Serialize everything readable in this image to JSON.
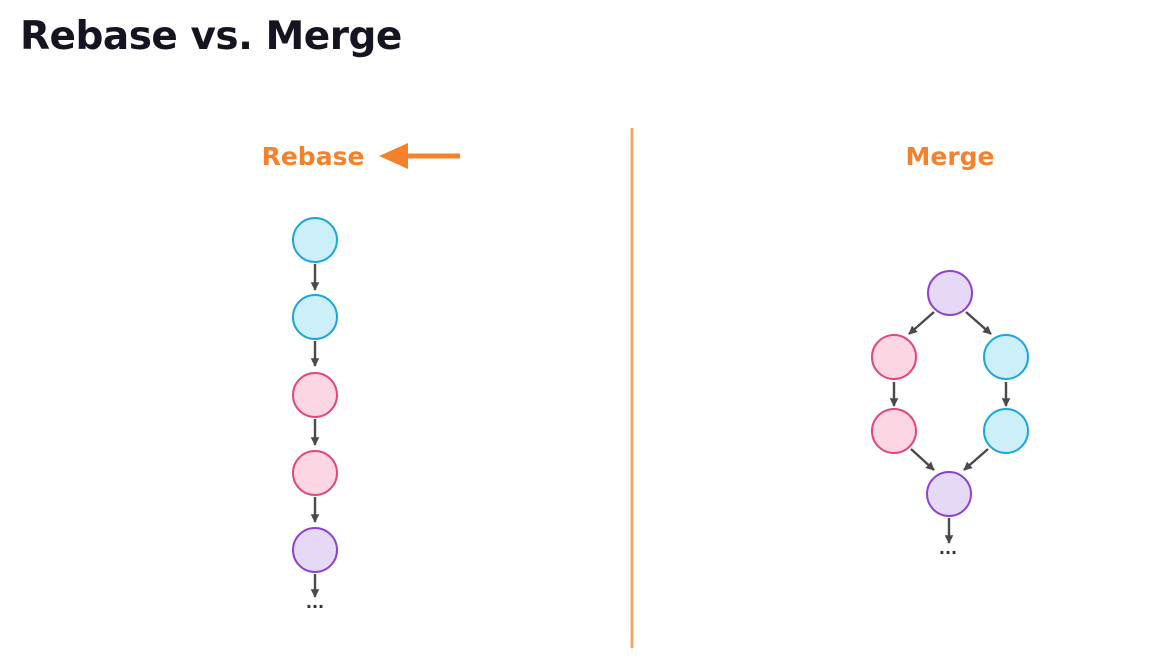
{
  "title": "Rebase vs. Merge",
  "colors": {
    "title": "#151522",
    "accent": "#F5812B",
    "divider": "#F0A86A",
    "arrow": "#4A4A4A",
    "blue_fill": "#CDEFF9",
    "blue_stroke": "#1BA6DD",
    "pink_fill": "#FDD6E3",
    "pink_stroke": "#E2467E",
    "purple_fill": "#E6D9F6",
    "purple_stroke": "#8C43D3"
  },
  "rebase": {
    "heading": "Rebase",
    "pointer_icon": "left-arrow-icon",
    "commits": [
      "blue",
      "blue",
      "pink",
      "pink",
      "purple"
    ],
    "ellipsis": "..."
  },
  "merge": {
    "heading": "Merge",
    "commits": [
      "purple",
      "pink",
      "blue",
      "pink",
      "blue",
      "purple"
    ],
    "ellipsis": "..."
  }
}
